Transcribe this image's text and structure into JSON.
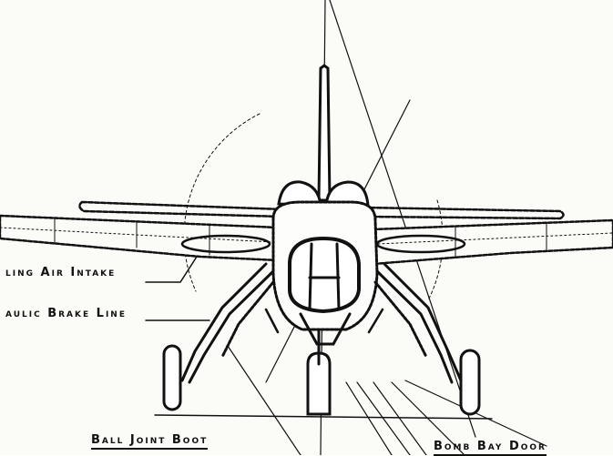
{
  "labels": {
    "air_intake": "ling Air Intake",
    "brake_line": "aulic Brake Line",
    "ball_joint_boot": "Ball Joint Boot",
    "bomb_bay_door": "Bomb Bay Door"
  },
  "colors": {
    "ink": "#111111",
    "paper": "#fbfbf8"
  }
}
